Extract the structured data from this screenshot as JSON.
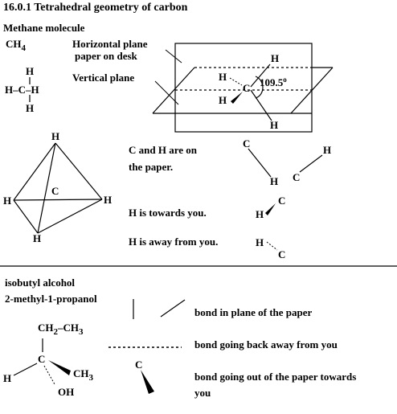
{
  "heading": "16.0.1 Tetrahedral geometry of carbon",
  "methane": {
    "title": "Methane molecule",
    "formula_main": "CH",
    "formula_sub": "4",
    "struct": {
      "H_top": "H",
      "row": "H–C–H",
      "H_bottom": "H"
    }
  },
  "planes": {
    "horizontal_line1": "Horizontal plane",
    "horizontal_line2": "paper on desk",
    "vertical": "Vertical plane",
    "atom_H1": "H",
    "atom_H2": "H",
    "atom_C": "C",
    "atom_H3": "H",
    "atom_H4": "H",
    "angle": "109.5",
    "angle_unit": "o"
  },
  "tetra": {
    "H_top": "H",
    "C": "C",
    "H_left": "H",
    "H_right": "H",
    "H_bottom": "H"
  },
  "notes": {
    "on_paper_1": "C and H are on",
    "on_paper_2": "the paper.",
    "towards": "H is towards you.",
    "away": "H is away from you."
  },
  "bond_pairs": {
    "p1_C": "C",
    "p1_H": "H",
    "p2_H": "H",
    "p2_C": "C",
    "p3_H": "H",
    "p3_C": "C",
    "p4_H": "H",
    "p4_C": "C"
  },
  "isobutyl": {
    "name1": "isobutyl alcohol",
    "name2": "2-methyl-1-propanol",
    "ch2": "CH",
    "ch2_sub": "2",
    "dash_ch3": "–CH",
    "ch3_sub": "3",
    "C": "C",
    "H": "H",
    "ch3b": "CH",
    "ch3b_sub": "3",
    "oh": "OH"
  },
  "legend": {
    "plane": "bond in plane of the paper",
    "back": "bond going back away from you",
    "out_1": "bond going out of the paper towards",
    "out_2": "you",
    "wedge_C": "C"
  }
}
